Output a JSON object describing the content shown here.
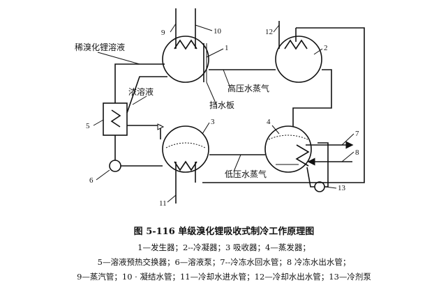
{
  "figure": {
    "title": "图 5-116   单级溴化锂吸收式制冷工作原理图",
    "legend_lines": [
      "1—发生器；2--冷凝器；3    吸收器；4—蒸发器；",
      "5—溶液预热交换器；6—溶液泵；7--冷冻水回水管；8    冷冻水出水管；",
      "9—蒸汽管；10 · 凝结水管；11—冷却水进水管；12—冷却水出水管；13—冷剂泵"
    ]
  },
  "labels": {
    "dilute_solution": "稀溴化锂溶液",
    "concentrated_solution": "浓溶液",
    "high_pressure_vapor": "高压水蒸气",
    "baffle": "挡水板",
    "low_pressure_vapor": "低压水蒸气"
  },
  "numbers": {
    "n1": "1",
    "n2": "2",
    "n3": "3",
    "n4": "4",
    "n5": "5",
    "n6": "6",
    "n7": "7",
    "n8": "8",
    "n9": "9",
    "n10": "10",
    "n11": "11",
    "n12": "12",
    "n13": "13"
  }
}
